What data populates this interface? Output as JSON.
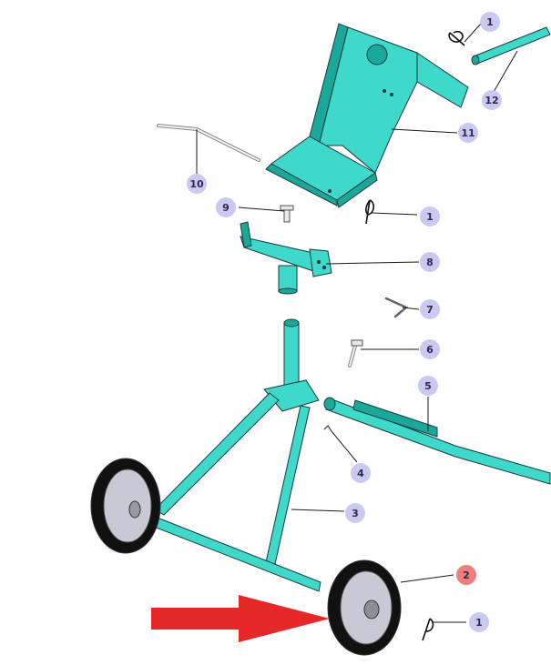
{
  "colors": {
    "frame": "#3fd9cc",
    "frame_dark": "#1aa89a",
    "outline": "#1a3b3a",
    "metal": "#e8e8e8",
    "tire": "#111111",
    "rim": "#c9c9d6",
    "bubble": "#c9c9f2",
    "bubble_text": "#2b2b4a",
    "bubble_highlight": "#ee7f7f",
    "arrow": "#e62828",
    "leader": "#1a1a1a"
  },
  "callouts": [
    {
      "label": "1",
      "highlight": false
    },
    {
      "label": "12",
      "highlight": false
    },
    {
      "label": "11",
      "highlight": false
    },
    {
      "label": "10",
      "highlight": false
    },
    {
      "label": "9",
      "highlight": false
    },
    {
      "label": "1",
      "highlight": false
    },
    {
      "label": "8",
      "highlight": false
    },
    {
      "label": "7",
      "highlight": false
    },
    {
      "label": "6",
      "highlight": false
    },
    {
      "label": "5",
      "highlight": false
    },
    {
      "label": "4",
      "highlight": false
    },
    {
      "label": "3",
      "highlight": false
    },
    {
      "label": "2",
      "highlight": true
    },
    {
      "label": "1",
      "highlight": false
    }
  ]
}
